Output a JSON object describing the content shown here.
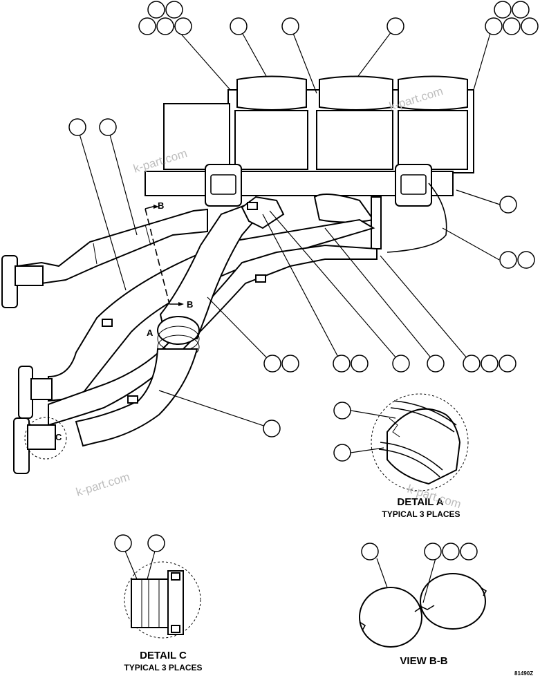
{
  "watermark": "k-part.com",
  "labels": {
    "detail_a": "DETAIL A",
    "detail_a_sub": "TYPICAL 3 PLACES",
    "detail_c": "DETAIL C",
    "detail_c_sub": "TYPICAL 3 PLACES",
    "view_bb": "VIEW B-B",
    "section_b": "B",
    "marker_a": "A",
    "marker_c": "C",
    "drawing_code": "81490Z"
  }
}
